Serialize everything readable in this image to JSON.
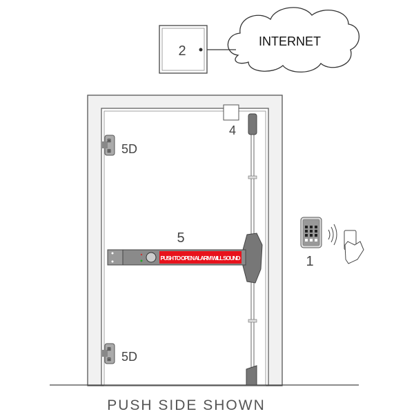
{
  "labels": {
    "internet": "INTERNET",
    "controller": "2",
    "sensor": "4",
    "exit_device": "5",
    "hinge_top": "5D",
    "hinge_bottom": "5D",
    "reader": "1",
    "push_bar_text": "PUSH TO OPEN ALARM WILL SOUND",
    "caption": "PUSH SIDE SHOWN"
  },
  "colors": {
    "push_bar_label": "#e8121c",
    "bar": "#8a8a8a"
  }
}
